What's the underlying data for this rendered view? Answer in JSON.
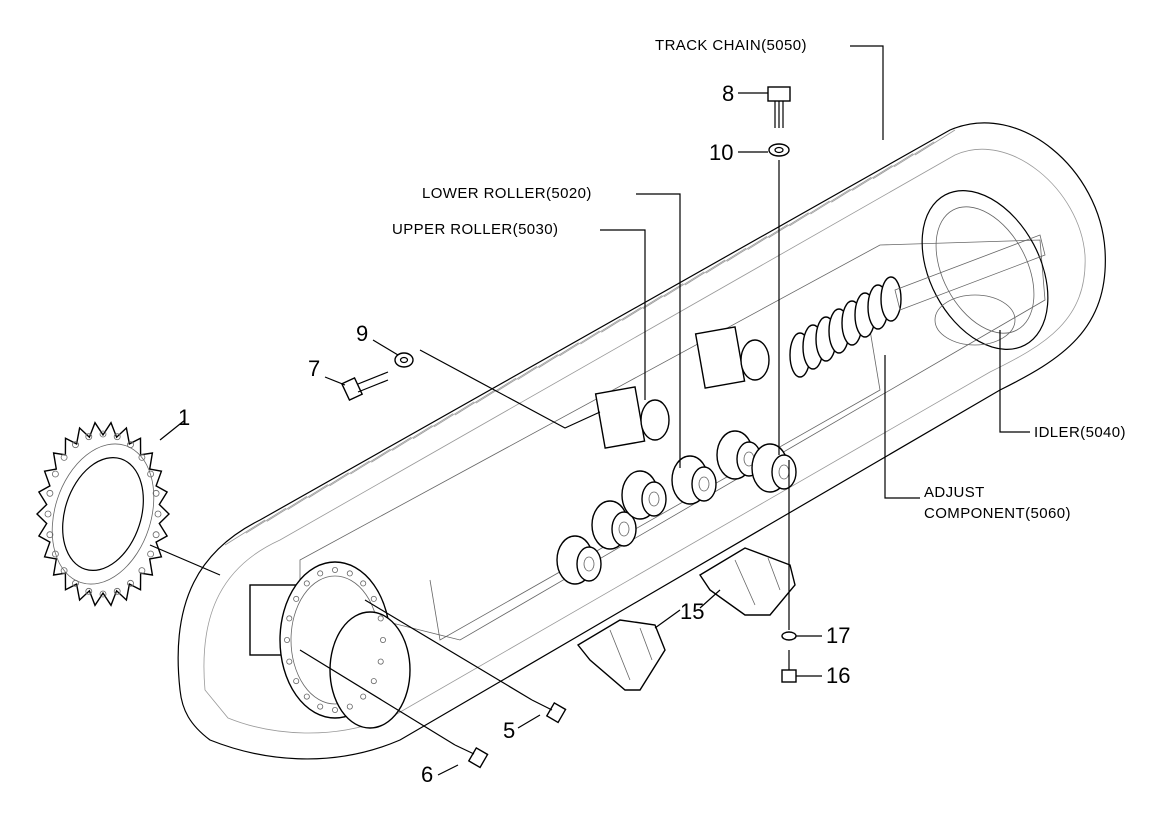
{
  "callouts": {
    "track_chain": "TRACK CHAIN(5050)",
    "lower_roller": "LOWER ROLLER(5020)",
    "upper_roller": "UPPER ROLLER(5030)",
    "idler": "IDLER(5040)",
    "adjust_line1": "ADJUST",
    "adjust_line2": "COMPONENT(5060)",
    "n1": "1",
    "n5": "5",
    "n6": "6",
    "n7": "7",
    "n8": "8",
    "n9": "9",
    "n10": "10",
    "n15": "15",
    "n16": "16",
    "n17": "17"
  }
}
